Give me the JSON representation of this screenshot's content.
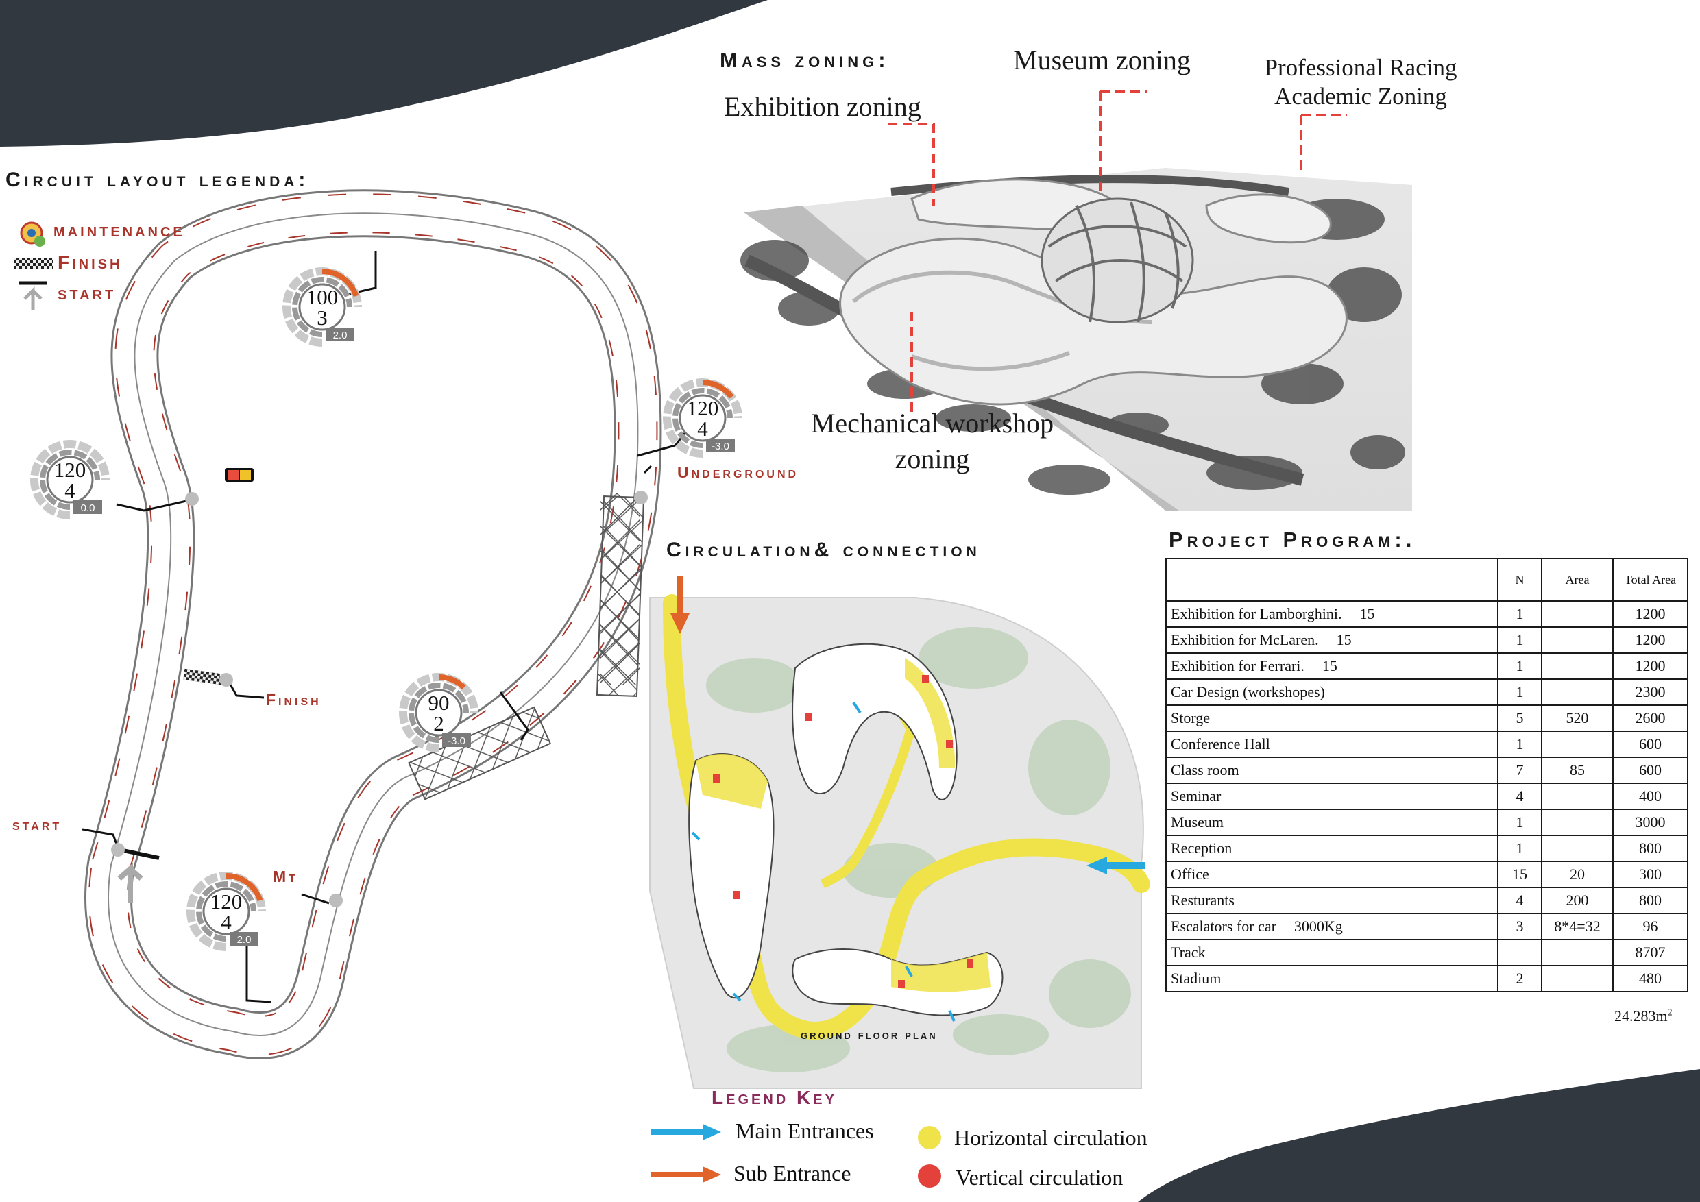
{
  "colors": {
    "banner": "#313840",
    "accent_red": "#a8342a",
    "marker_red": "#e3413a",
    "orange": "#e0632a",
    "blue": "#27a8df",
    "yellow": "#f0e34a"
  },
  "circuit": {
    "title": "Circuit layout legenda:",
    "legend": {
      "maintenance": "maintenance",
      "finish": "Finish",
      "start": "start"
    },
    "labels": {
      "underground": "Underground",
      "finish": "Finish",
      "start": "start",
      "mt": "Mt"
    },
    "gauges": [
      {
        "speed": "100",
        "gear": "3",
        "g": "2.0",
        "level": 0.4
      },
      {
        "speed": "120",
        "gear": "4",
        "g": "-3.0",
        "level": 0.3
      },
      {
        "speed": "120",
        "gear": "4",
        "g": "0.0",
        "level": 0.0
      },
      {
        "speed": "90",
        "gear": "2",
        "g": "-3.0",
        "level": 0.25
      },
      {
        "speed": "120",
        "gear": "4",
        "g": "2.0",
        "level": 0.4
      }
    ]
  },
  "mass": {
    "title": "Mass zoning:",
    "museum": "Museum zoning",
    "exhibition": "Exhibition zoning",
    "professional_line1": "Professional Racing",
    "professional_line2": "Academic Zoning",
    "mechanical_line1": "Mechanical workshop",
    "mechanical_line2": "zoning"
  },
  "circulation": {
    "title": "Circulation& connection",
    "plan_label": "ground floor plan",
    "legend_key_title": "Legend Key",
    "legend": {
      "main_entrances": "Main Entrances",
      "sub_entrance": "Sub Entrance",
      "horizontal": "Horizontal circulation",
      "vertical": "Vertical circulation"
    }
  },
  "program": {
    "title": "Project Program:.",
    "headers": {
      "name": "",
      "n": "N",
      "area": "Area",
      "total": "Total Area"
    },
    "rows": [
      {
        "name": "Exhibition for Lamborghini.",
        "extra": "15",
        "n": "1",
        "area": "",
        "total": "1200"
      },
      {
        "name": "Exhibition for McLaren.",
        "extra": "15",
        "n": "1",
        "area": "",
        "total": "1200"
      },
      {
        "name": "Exhibition for Ferrari.",
        "extra": "15",
        "n": "1",
        "area": "",
        "total": "1200"
      },
      {
        "name": "Car Design (workshopes)",
        "extra": "",
        "n": "1",
        "area": "",
        "total": "2300"
      },
      {
        "name": "Storge",
        "extra": "",
        "n": "5",
        "area": "520",
        "total": "2600"
      },
      {
        "name": "Conference Hall",
        "extra": "",
        "n": "1",
        "area": "",
        "total": "600"
      },
      {
        "name": "Class room",
        "extra": "",
        "n": "7",
        "area": "85",
        "total": "600"
      },
      {
        "name": "Seminar",
        "extra": "",
        "n": "4",
        "area": "",
        "total": "400"
      },
      {
        "name": "Museum",
        "extra": "",
        "n": "1",
        "area": "",
        "total": "3000"
      },
      {
        "name": "Reception",
        "extra": "",
        "n": "1",
        "area": "",
        "total": "800"
      },
      {
        "name": "Office",
        "extra": "",
        "n": "15",
        "area": "20",
        "total": "300"
      },
      {
        "name": "Resturants",
        "extra": "",
        "n": "4",
        "area": "200",
        "total": "800"
      },
      {
        "name": "Escalators for car",
        "extra": "3000Kg",
        "n": "3",
        "area": "8*4=32",
        "total": "96"
      },
      {
        "name": "Track",
        "extra": "",
        "n": "",
        "area": "",
        "total": "8707"
      },
      {
        "name": "Stadium",
        "extra": "",
        "n": "2",
        "area": "",
        "total": "480"
      }
    ],
    "total_value": "24.283m",
    "total_unit_exp": "2"
  }
}
